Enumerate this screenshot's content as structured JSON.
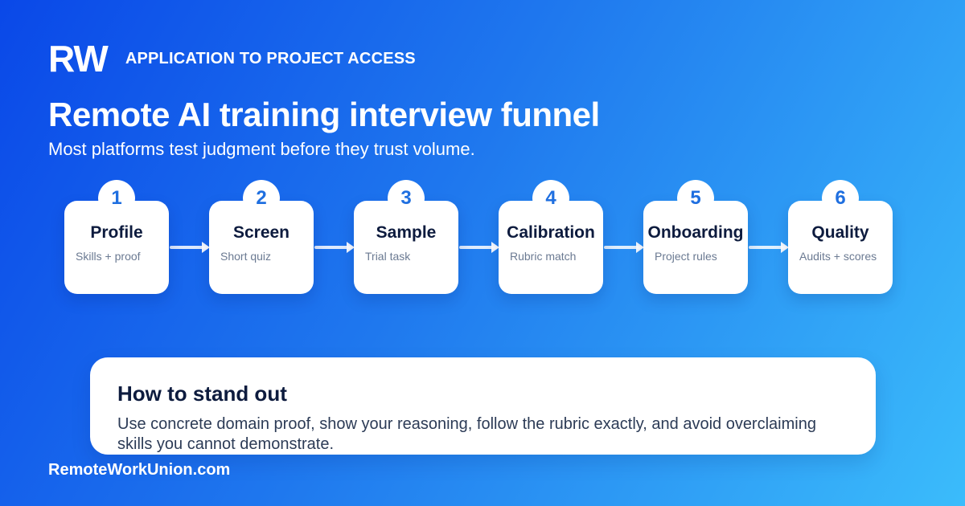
{
  "header": {
    "logo": "RW",
    "eyebrow": "APPLICATION TO PROJECT ACCESS",
    "title": "Remote AI training interview funnel",
    "subtitle": "Most platforms test judgment before they trust volume."
  },
  "steps": [
    {
      "number": "1",
      "title": "Profile",
      "description": "Skills + proof"
    },
    {
      "number": "2",
      "title": "Screen",
      "description": "Short quiz"
    },
    {
      "number": "3",
      "title": "Sample",
      "description": "Trial task"
    },
    {
      "number": "4",
      "title": "Calibration",
      "description": "Rubric match"
    },
    {
      "number": "5",
      "title": "Onboarding",
      "description": "Project rules"
    },
    {
      "number": "6",
      "title": "Quality",
      "description": "Audits + scores"
    }
  ],
  "tips": {
    "title": "How to stand out",
    "body": "Use concrete domain proof, show your reasoning, follow the rubric exactly, and avoid overclaiming skills you cannot demonstrate."
  },
  "footer": {
    "site": "RemoteWorkUnion.com"
  }
}
